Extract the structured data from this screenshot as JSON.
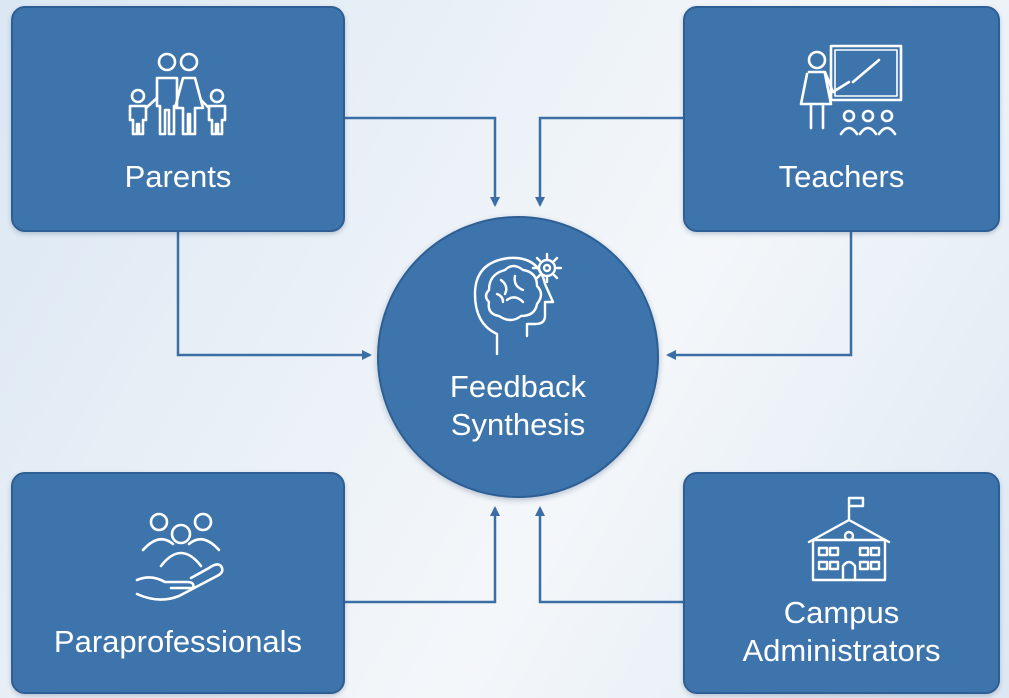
{
  "diagram": {
    "center": {
      "label": "Feedback\nSynthesis",
      "icon": "brain-gear-icon"
    },
    "nodes": {
      "parents": {
        "label": "Parents",
        "icon": "family-icon"
      },
      "teachers": {
        "label": "Teachers",
        "icon": "teacher-icon"
      },
      "paraprofessionals": {
        "label": "Paraprofessionals",
        "icon": "helping-hand-people-icon"
      },
      "campus_administrators": {
        "label": "Campus\nAdministrators",
        "icon": "school-building-icon"
      }
    },
    "colors": {
      "node_fill": "#3e74ac",
      "node_border": "#2d5f94",
      "arrow": "#3a6ea5",
      "text": "#ffffff"
    }
  }
}
